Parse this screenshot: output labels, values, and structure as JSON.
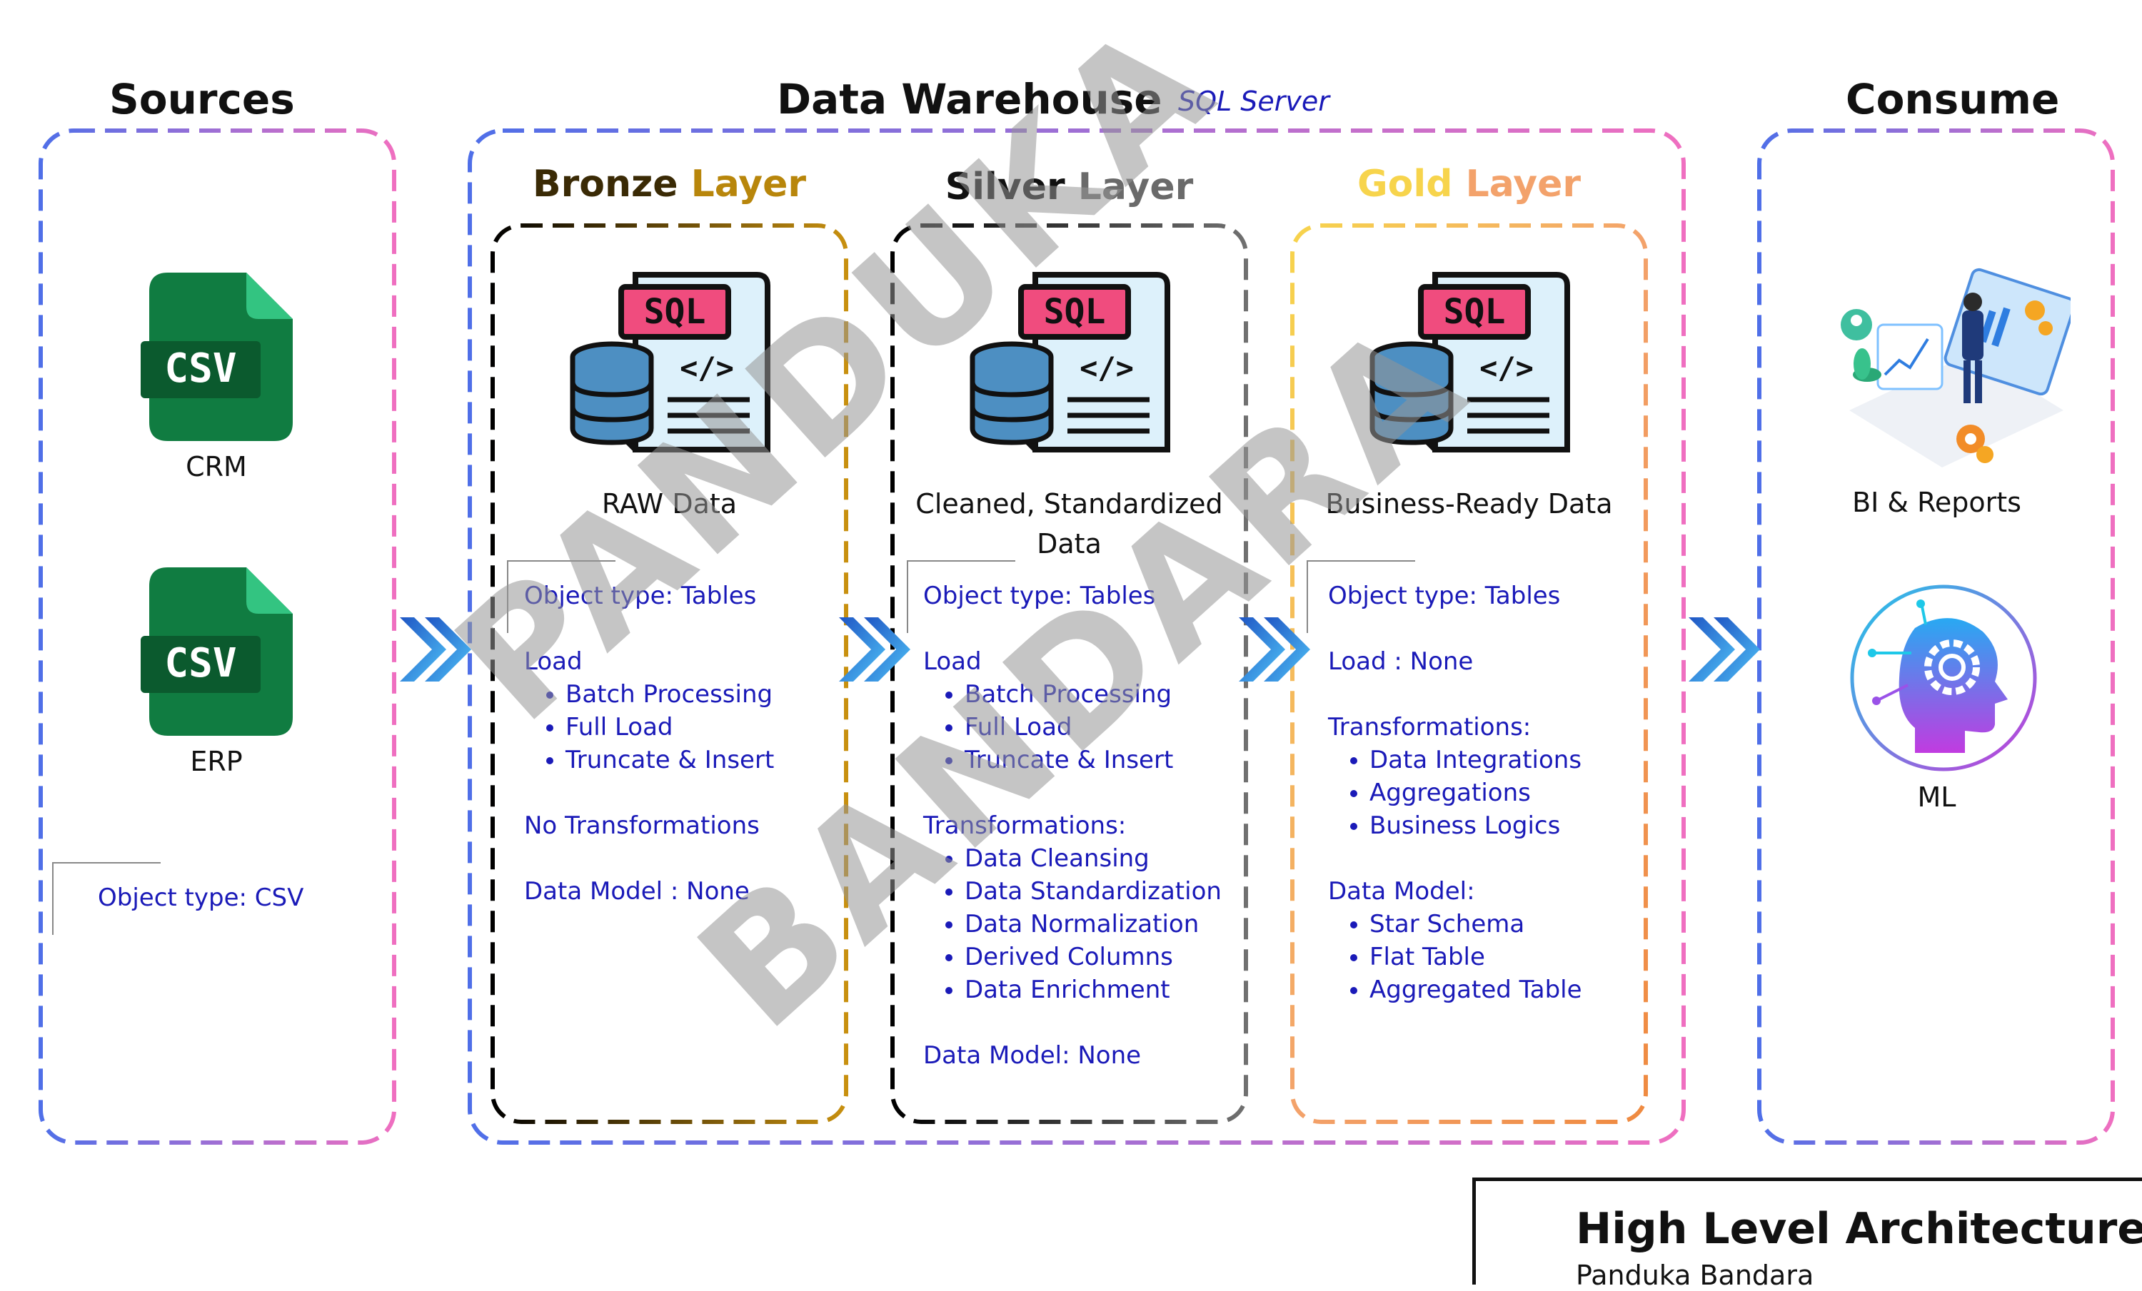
{
  "sections": {
    "sources": {
      "title": "Sources"
    },
    "warehouse": {
      "title": "Data Warehouse",
      "subtitle": "SQL Server"
    },
    "consume": {
      "title": "Consume"
    }
  },
  "sources": {
    "files": [
      {
        "badge": "CSV",
        "label": "CRM",
        "icon": "csv-file-icon"
      },
      {
        "badge": "CSV",
        "label": "ERP",
        "icon": "csv-file-icon"
      }
    ],
    "object_type": "Object type: CSV"
  },
  "layers": [
    {
      "title_a": "Bronze",
      "title_b": "Layer",
      "sql_badge": "SQL",
      "caption": "RAW Data",
      "object_type": "Object type: Tables",
      "load_label": "Load",
      "load_items": [
        "Batch Processing",
        "Full Load",
        "Truncate & Insert"
      ],
      "transformations": "No Transformations",
      "data_model": "Data Model : None",
      "border_color": "#b8860b"
    },
    {
      "title_a": "Silver",
      "title_b": "Layer",
      "sql_badge": "SQL",
      "caption": "Cleaned, Standardized Data",
      "object_type": "Object type: Tables",
      "load_label": "Load",
      "load_items": [
        "Batch Processing",
        "Full Load",
        "Truncate & Insert"
      ],
      "transformations_label": "Transformations:",
      "transformation_items": [
        "Data Cleansing",
        "Data Standardization",
        "Data Normalization",
        "Derived Columns",
        "Data Enrichment"
      ],
      "data_model": "Data Model: None",
      "border_color": "#555555"
    },
    {
      "title_a": "Gold",
      "title_b": "Layer",
      "sql_badge": "SQL",
      "caption": "Business-Ready Data",
      "object_type": "Object type: Tables",
      "load_label": "Load : None",
      "transformations_label": "Transformations:",
      "transformation_items": [
        "Data Integrations",
        "Aggregations",
        "Business Logics"
      ],
      "data_model_label": "Data Model:",
      "data_model_items": [
        "Star Schema",
        "Flat Table",
        "Aggregated Table"
      ],
      "border_color": "#f5b041"
    }
  ],
  "consume": {
    "items": [
      {
        "label": "BI & Reports",
        "icon": "bi-dashboard-icon"
      },
      {
        "label": "ML",
        "icon": "ml-head-icon"
      }
    ]
  },
  "watermark": {
    "line1": "PANDUKA",
    "line2": "BANDARA"
  },
  "footer": {
    "title": "High Level Architecture",
    "author": "Panduka Bandara"
  },
  "colors": {
    "blue": "#4f6fe8",
    "pink": "#ef6fc0",
    "text_blue": "#1a1ab8",
    "sql_pink": "#f04c7e",
    "db_blue": "#4d8fc2",
    "csv_green": "#107c41",
    "bronze_a": "#3a2a05",
    "bronze_b": "#b8860b",
    "gold_a": "#f7d44c",
    "gold_b": "#f3a26b"
  }
}
